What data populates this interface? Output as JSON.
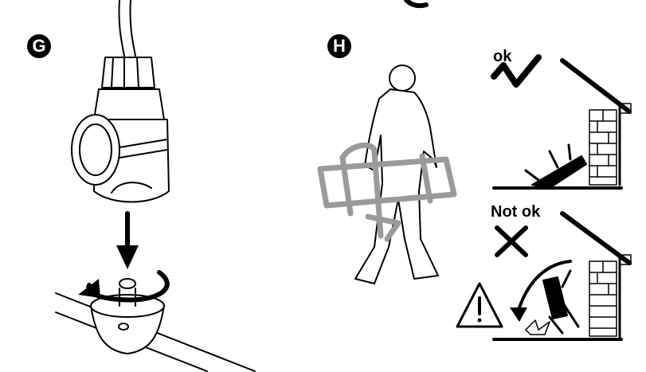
{
  "step_g": {
    "label": "G"
  },
  "step_h": {
    "label": "H"
  },
  "ok_panel": {
    "label": "ok"
  },
  "not_ok_panel": {
    "label": "Not ok"
  },
  "colors": {
    "frame_gray": "#9a9a9a",
    "ink": "#000000"
  }
}
